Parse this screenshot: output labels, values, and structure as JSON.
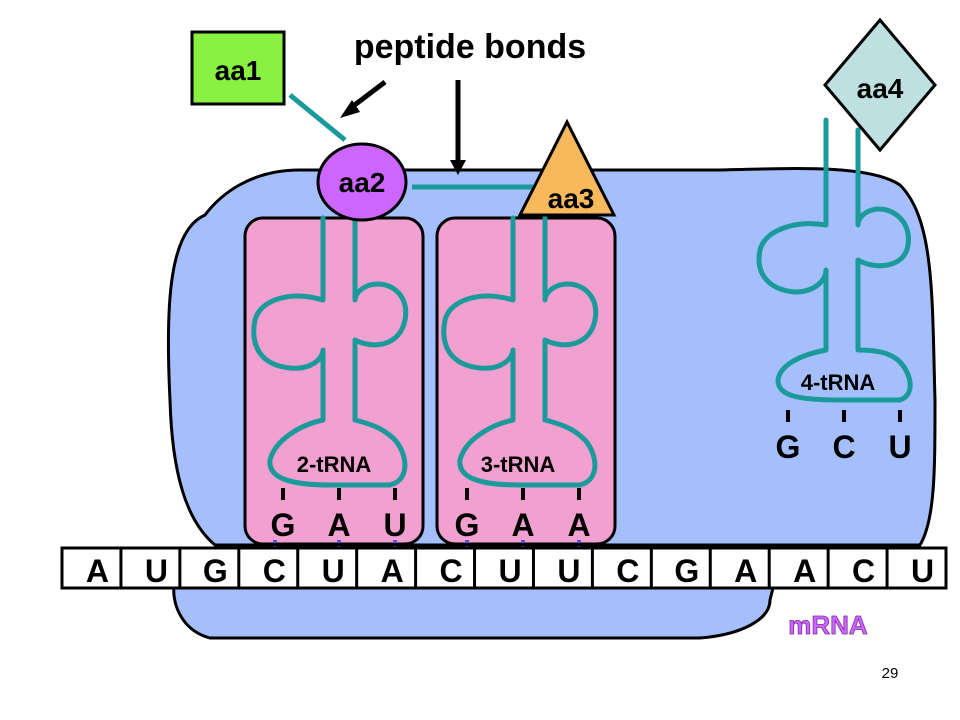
{
  "title": "peptide bonds",
  "amino_acids": [
    "aa1",
    "aa2",
    "aa3",
    "aa4"
  ],
  "trnas": [
    {
      "label": "2-tRNA",
      "anticodon": [
        "G",
        "A",
        "U"
      ]
    },
    {
      "label": "3-tRNA",
      "anticodon": [
        "G",
        "A",
        "A"
      ]
    },
    {
      "label": "4-tRNA",
      "anticodon": [
        "G",
        "C",
        "U"
      ]
    }
  ],
  "mrna": {
    "bases": [
      "A",
      "U",
      "G",
      "C",
      "U",
      "A",
      "C",
      "U",
      "U",
      "C",
      "G",
      "A",
      "A",
      "C",
      "U"
    ],
    "label": "mRNA"
  },
  "page_number": "29",
  "colors": {
    "ribosome": "#a5bffc",
    "site": "#f2a0d0",
    "trna_line": "#1a9a9a",
    "aa1": "#88f041",
    "aa2": "#cc66ff",
    "aa3": "#f7b95c",
    "aa4": "#bfe0e0",
    "mrna_label": "#cc66ff"
  }
}
